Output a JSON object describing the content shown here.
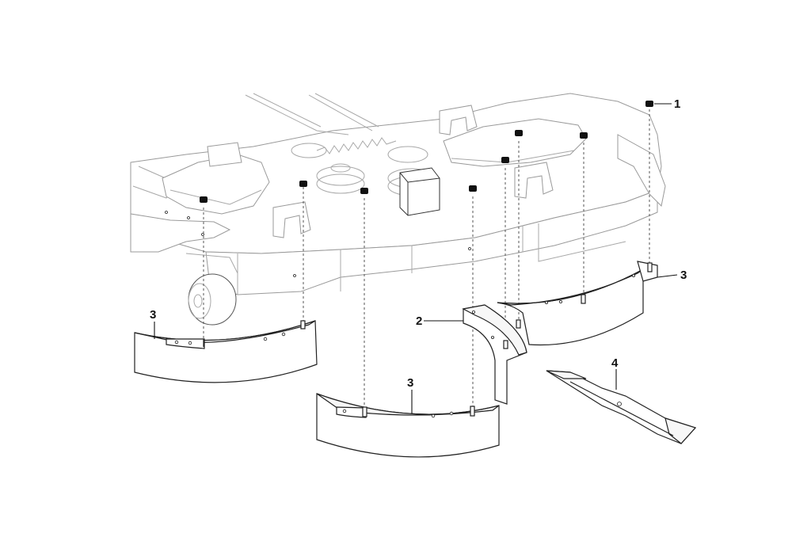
{
  "diagram": {
    "callouts": [
      {
        "id": "nut",
        "label": "1"
      },
      {
        "id": "baffle-center",
        "label": "2"
      },
      {
        "id": "baffle-left",
        "label": "3"
      },
      {
        "id": "baffle-front",
        "label": "3"
      },
      {
        "id": "baffle-right",
        "label": "3"
      },
      {
        "id": "blade",
        "label": "4"
      }
    ]
  }
}
